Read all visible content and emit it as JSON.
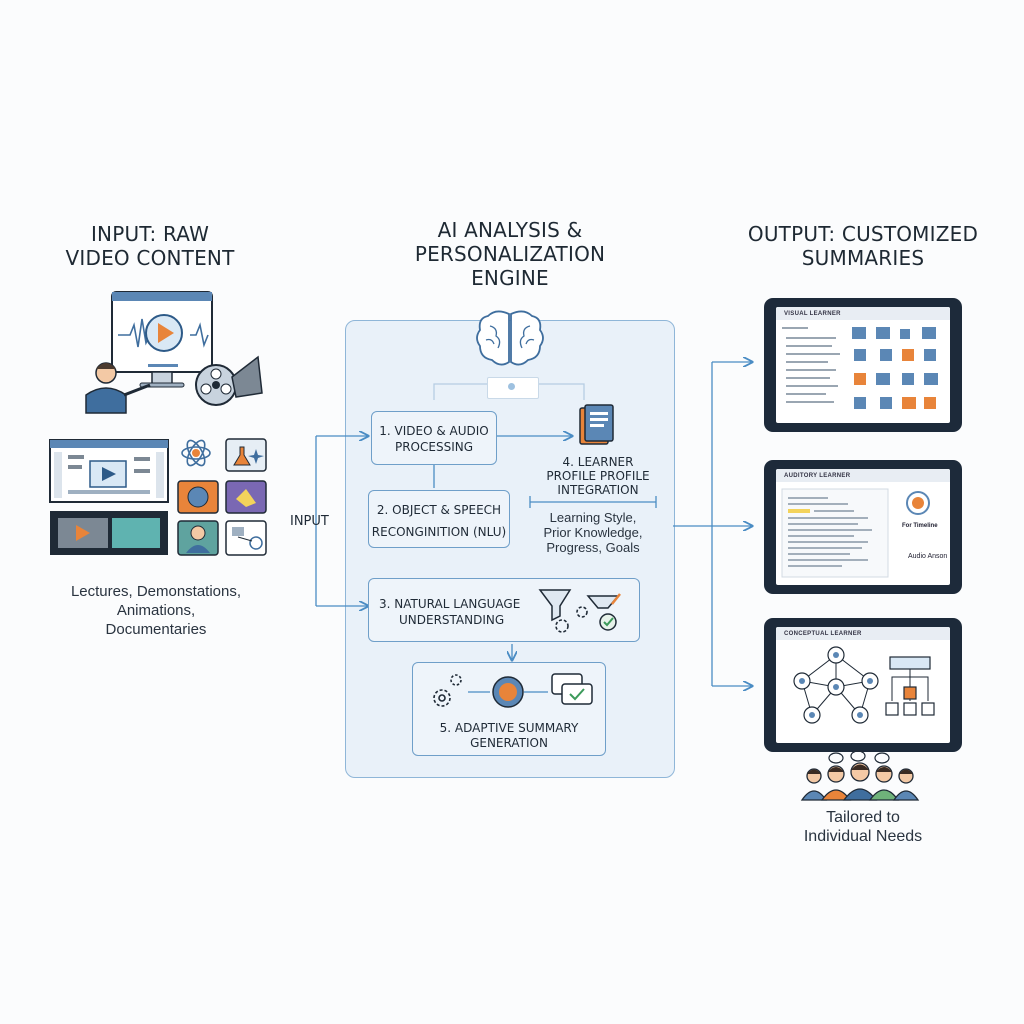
{
  "input": {
    "title_line1": "INPUT: RAW",
    "title_line2": "VIDEO CONTENT",
    "caption_line1": "Lectures, Demonstations,",
    "caption_line2": "Animations,",
    "caption_line3": "Documentaries"
  },
  "engine": {
    "title_line1": "AI ANALYSIS &",
    "title_line2": "PERSONALIZATION",
    "title_line3": "ENGINE",
    "input_label": "INPUT",
    "step1_line1": "1. VIDEO & AUDIO",
    "step1_line2": "PROCESSING",
    "step2_line1": "2. OBJECT & SPEECH",
    "step2_line2": "RECONGINITION (NLU)",
    "step3_line1": "3. NATURAL LANGUAGE",
    "step3_line2": "UNDERSTANDING",
    "step4_line1": "4. LEARNER",
    "step4_line2": "PROFILE PROFILE",
    "step4_line3": "INTEGRATION",
    "profile_line1": "Learning Style,",
    "profile_line2": "Prior Knowledge,",
    "profile_line3": "Progress, Goals",
    "step5_line1": "5. ADAPTIVE SUMMARY",
    "step5_line2": "GENERATION"
  },
  "output": {
    "title_line1": "OUTPUT: CUSTOMIZED",
    "title_line2": "SUMMARIES",
    "tablet1_title": "VISUAL LEARNER",
    "tablet2_title": "AUDITORY LEARNER",
    "tablet2_side1": "For Timeline",
    "tablet2_side2": "Audio Anson",
    "tablet3_title": "CONCEPTUAL LEARNER",
    "caption_line1": "Tailored to",
    "caption_line2": "Individual Needs"
  },
  "colors": {
    "accent": "#3f7fb8",
    "line": "#4a8cc4",
    "panel": "#e9f1f9",
    "orange": "#e8843a",
    "dark": "#1d2a3a"
  }
}
